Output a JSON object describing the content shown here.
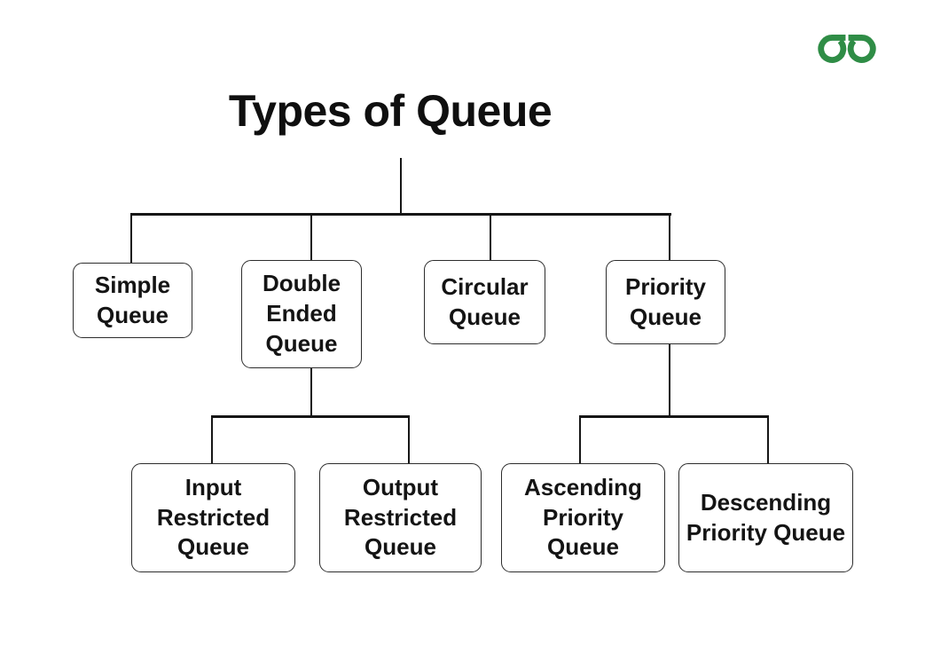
{
  "tree": {
    "root": "Types of Queue",
    "children": [
      {
        "label": "Simple Queue",
        "children": []
      },
      {
        "label": "Double Ended Queue",
        "children": [
          {
            "label": "Input Restricted Queue"
          },
          {
            "label": "Output Restricted Queue"
          }
        ]
      },
      {
        "label": "Circular Queue",
        "children": []
      },
      {
        "label": "Priority Queue",
        "children": [
          {
            "label": "Ascending Priority Queue"
          },
          {
            "label": "Descending Priority Queue"
          }
        ]
      }
    ]
  },
  "logo": {
    "name": "geeksforgeeks-logo"
  },
  "colors": {
    "logo_green": "#2F8D46",
    "line": "#161616",
    "box_border": "#2d2d2d",
    "text": "#141414",
    "background": "#ffffff"
  }
}
